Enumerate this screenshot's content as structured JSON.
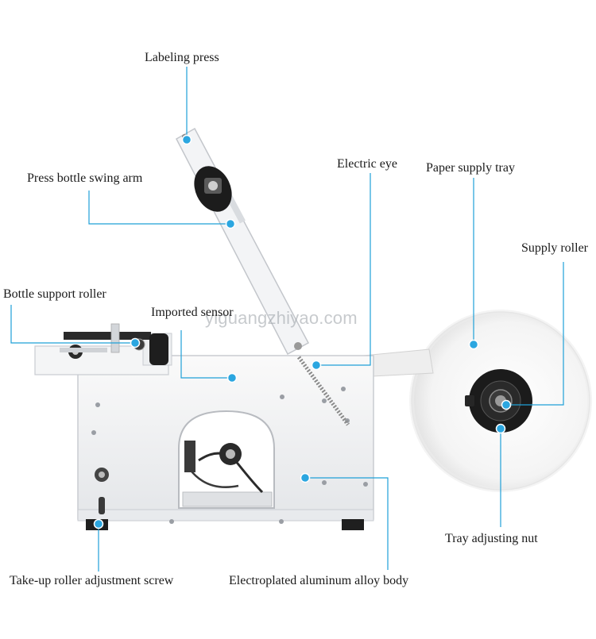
{
  "labels": {
    "labeling_press": "Labeling press",
    "press_bottle_swing_arm": "Press bottle swing arm",
    "electric_eye": "Electric eye",
    "paper_supply_tray": "Paper supply tray",
    "supply_roller": "Supply roller",
    "bottle_support_roller": "Bottle support roller",
    "imported_sensor": "Imported sensor",
    "tray_adjusting_nut": "Tray adjusting nut",
    "take_up_roller_adjustment_screw": "Take-up roller adjustment screw",
    "electroplated_aluminum_alloy_body": "Electroplated aluminum alloy body"
  },
  "watermark": "yiguangzhiyao.com",
  "colors": {
    "leader_line": "#1fa0d8",
    "marker_fill": "#2ba6e0",
    "body_metal": "#f1f2f4",
    "roll": "#f6f6f6"
  }
}
